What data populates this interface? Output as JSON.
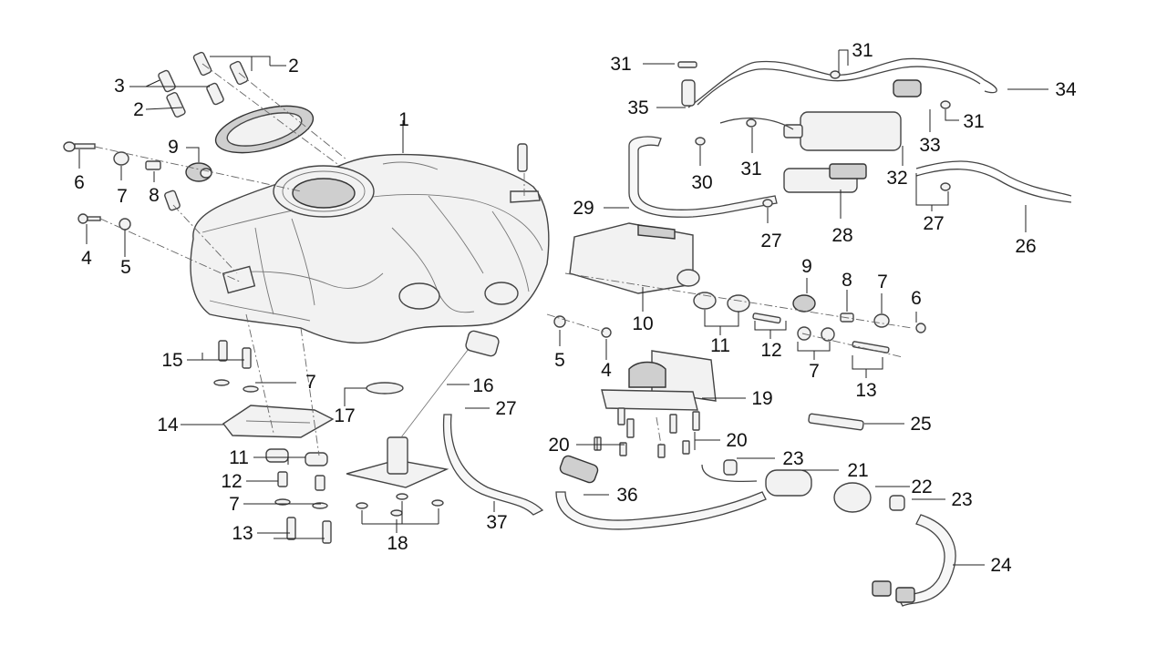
{
  "callouts": [
    {
      "id": "c1",
      "text": "1"
    },
    {
      "id": "c2a",
      "text": "2"
    },
    {
      "id": "c2b",
      "text": "2"
    },
    {
      "id": "c3",
      "text": "3"
    },
    {
      "id": "c6a",
      "text": "6"
    },
    {
      "id": "c7a",
      "text": "7"
    },
    {
      "id": "c8a",
      "text": "8"
    },
    {
      "id": "c9a",
      "text": "9"
    },
    {
      "id": "c4a",
      "text": "4"
    },
    {
      "id": "c5a",
      "text": "5"
    },
    {
      "id": "c15",
      "text": "15"
    },
    {
      "id": "c7b",
      "text": "7"
    },
    {
      "id": "c14",
      "text": "14"
    },
    {
      "id": "c17",
      "text": "17"
    },
    {
      "id": "c11a",
      "text": "11"
    },
    {
      "id": "c12a",
      "text": "12"
    },
    {
      "id": "c7c",
      "text": "7"
    },
    {
      "id": "c13a",
      "text": "13"
    },
    {
      "id": "c18",
      "text": "18"
    },
    {
      "id": "c16",
      "text": "16"
    },
    {
      "id": "c27a",
      "text": "27"
    },
    {
      "id": "c37",
      "text": "37"
    },
    {
      "id": "c5b",
      "text": "5"
    },
    {
      "id": "c4b",
      "text": "4"
    },
    {
      "id": "c10",
      "text": "10"
    },
    {
      "id": "c11b",
      "text": "11"
    },
    {
      "id": "c12b",
      "text": "12"
    },
    {
      "id": "c7d",
      "text": "7"
    },
    {
      "id": "c13b",
      "text": "13"
    },
    {
      "id": "c9b",
      "text": "9"
    },
    {
      "id": "c8b",
      "text": "8"
    },
    {
      "id": "c7e",
      "text": "7"
    },
    {
      "id": "c6b",
      "text": "6"
    },
    {
      "id": "c19",
      "text": "19"
    },
    {
      "id": "c20a",
      "text": "20"
    },
    {
      "id": "c20b",
      "text": "20"
    },
    {
      "id": "c25",
      "text": "25"
    },
    {
      "id": "c36",
      "text": "36"
    },
    {
      "id": "c23a",
      "text": "23"
    },
    {
      "id": "c21",
      "text": "21"
    },
    {
      "id": "c22",
      "text": "22"
    },
    {
      "id": "c23b",
      "text": "23"
    },
    {
      "id": "c24",
      "text": "24"
    },
    {
      "id": "c31a",
      "text": "31"
    },
    {
      "id": "c31b",
      "text": "31"
    },
    {
      "id": "c34",
      "text": "34"
    },
    {
      "id": "c35",
      "text": "35"
    },
    {
      "id": "c31c",
      "text": "31"
    },
    {
      "id": "c33",
      "text": "33"
    },
    {
      "id": "c31d",
      "text": "31"
    },
    {
      "id": "c30",
      "text": "30"
    },
    {
      "id": "c32",
      "text": "32"
    },
    {
      "id": "c29",
      "text": "29"
    },
    {
      "id": "c27b",
      "text": "27"
    },
    {
      "id": "c28",
      "text": "28"
    },
    {
      "id": "c27c",
      "text": "27"
    },
    {
      "id": "c26",
      "text": "26"
    }
  ]
}
